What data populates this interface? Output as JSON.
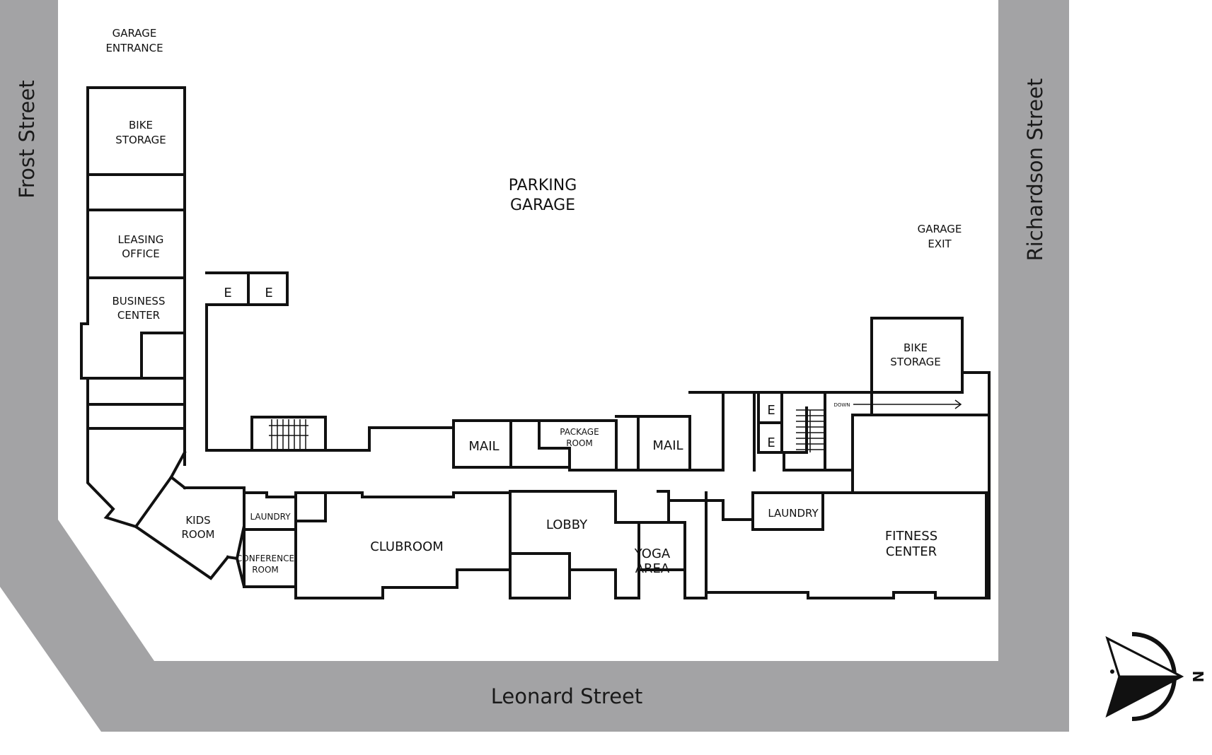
{
  "streets": {
    "north": "Frost Street",
    "east": "Leonard Street",
    "south": "Richardson Street"
  },
  "garage": {
    "title_line1": "PARKING",
    "title_line2": "GARAGE",
    "entrance_line1": "GARAGE",
    "entrance_line2": "ENTRANCE",
    "exit_line1": "GARAGE",
    "exit_line2": "EXIT"
  },
  "rooms": {
    "bike_storage_1": [
      "BIKE",
      "STORAGE"
    ],
    "leasing_office": [
      "LEASING",
      "OFFICE"
    ],
    "business_center": [
      "BUSINESS",
      "CENTER"
    ],
    "kids_room": [
      "KIDS",
      "ROOM"
    ],
    "laundry_1": "LAUNDRY",
    "conference_room": [
      "CONFERENCE",
      "ROOM"
    ],
    "clubroom": "CLUBROOM",
    "lobby": "LOBBY",
    "yoga_area": [
      "YOGA",
      "AREA"
    ],
    "laundry_2": "LAUNDRY",
    "fitness_center": [
      "FITNESS",
      "CENTER"
    ],
    "mail_1": "MAIL",
    "package_room": [
      "PACKAGE",
      "ROOM"
    ],
    "mail_2": "MAIL",
    "bike_storage_2": [
      "BIKE",
      "STORAGE"
    ],
    "down_label": "DOWN"
  },
  "elevators": {
    "label": "E"
  },
  "compass": {
    "north_letter": "N"
  },
  "colors": {
    "road": "#a3a3a5",
    "wall": "#111111",
    "background": "#ffffff"
  }
}
